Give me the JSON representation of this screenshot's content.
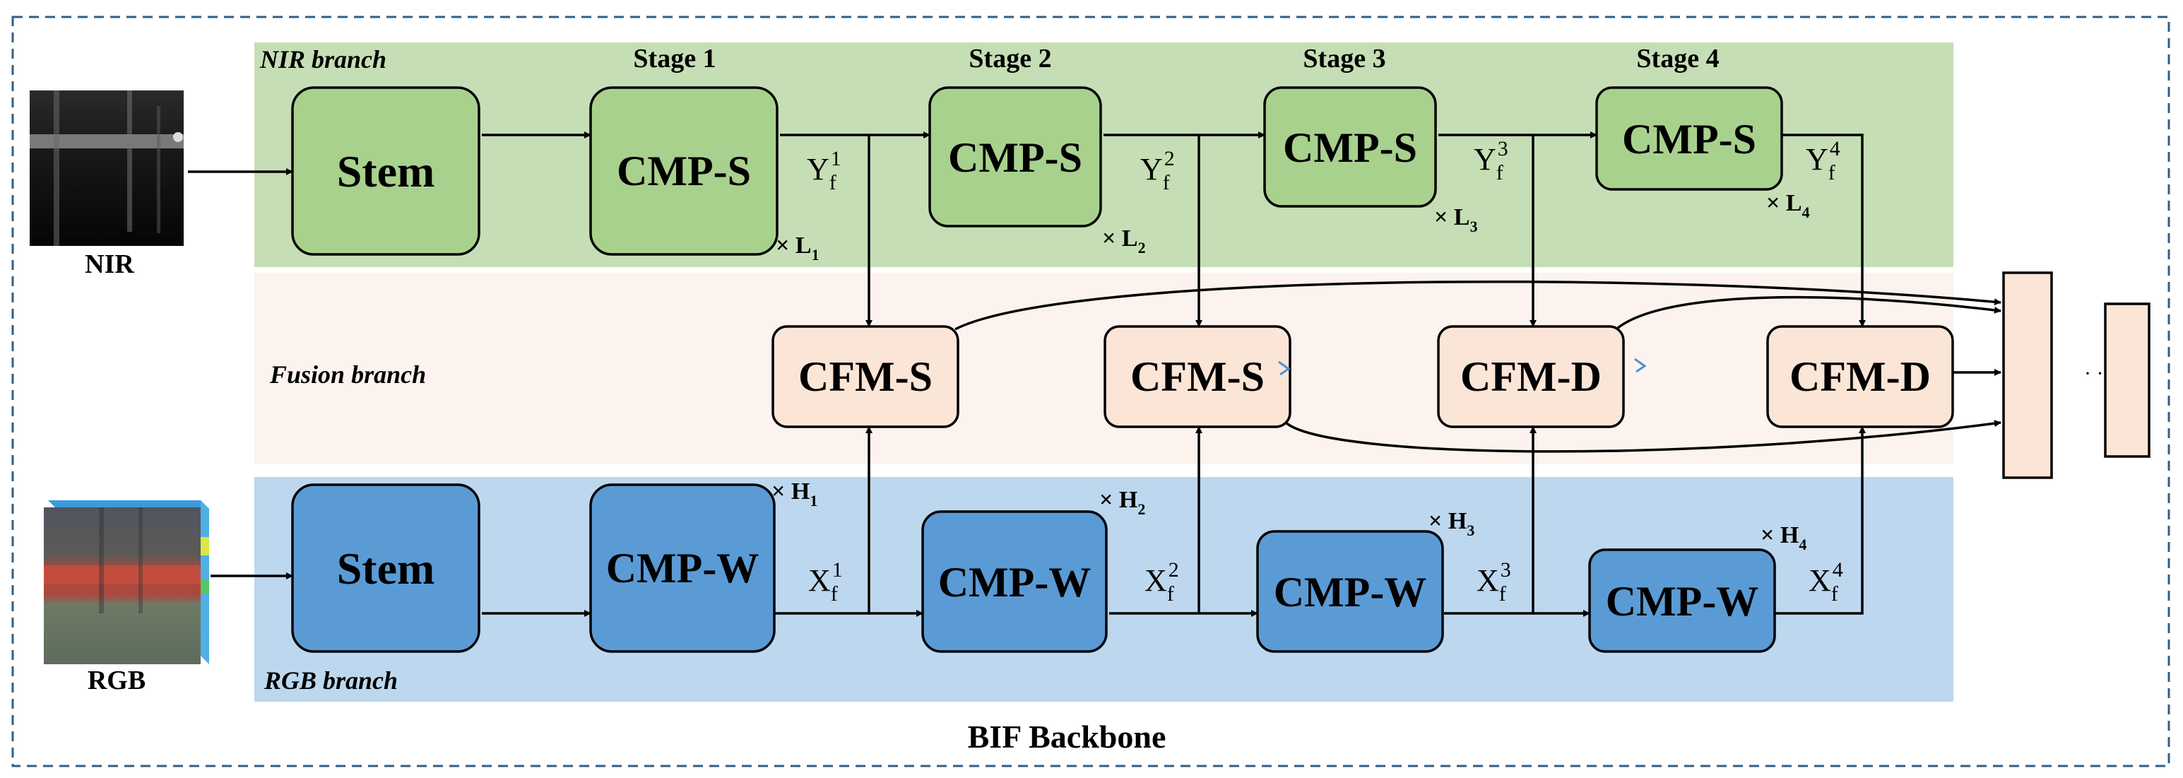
{
  "diagram": {
    "footer_title": "BIF Backbone",
    "branches": {
      "nir": "NIR branch",
      "fusion": "Fusion branch",
      "rgb": "RGB branch"
    },
    "stages": [
      "Stage 1",
      "Stage 2",
      "Stage 3",
      "Stage 4"
    ],
    "inputs": {
      "nir": "NIR",
      "rgb": "RGB"
    },
    "nir_row": {
      "stem": "Stem",
      "blocks": [
        "CMP-S",
        "CMP-S",
        "CMP-S",
        "CMP-S"
      ],
      "repeats": [
        "× L",
        "× L",
        "× L",
        "× L"
      ],
      "repeat_subs": [
        "1",
        "2",
        "3",
        "4"
      ],
      "features": [
        "Y",
        "Y",
        "Y",
        "Y"
      ],
      "feature_subs": [
        "f",
        "f",
        "f",
        "f"
      ],
      "feature_sups": [
        "1",
        "2",
        "3",
        "4"
      ]
    },
    "fusion_row": {
      "blocks": [
        "CFM-S",
        "CFM-S",
        "CFM-D",
        "CFM-D"
      ],
      "more": "· · ·"
    },
    "rgb_row": {
      "stem": "Stem",
      "blocks": [
        "CMP-W",
        "CMP-W",
        "CMP-W",
        "CMP-W"
      ],
      "repeats": [
        "× H",
        "× H",
        "× H",
        "× H"
      ],
      "repeat_subs": [
        "1",
        "2",
        "3",
        "4"
      ],
      "features": [
        "X",
        "X",
        "X",
        "X"
      ],
      "feature_subs": [
        "f",
        "f",
        "f",
        "f"
      ],
      "feature_sups": [
        "1",
        "2",
        "3",
        "4"
      ]
    },
    "colors": {
      "nir_band": "#c6deb5",
      "nir_box": "#a9d18e",
      "fusion_band": "#fcf3ee",
      "fusion_box": "#fbe5d6",
      "rgb_band": "#bdd7ee",
      "rgb_box": "#5b9bd5",
      "frame": "#2e5f8a"
    }
  }
}
